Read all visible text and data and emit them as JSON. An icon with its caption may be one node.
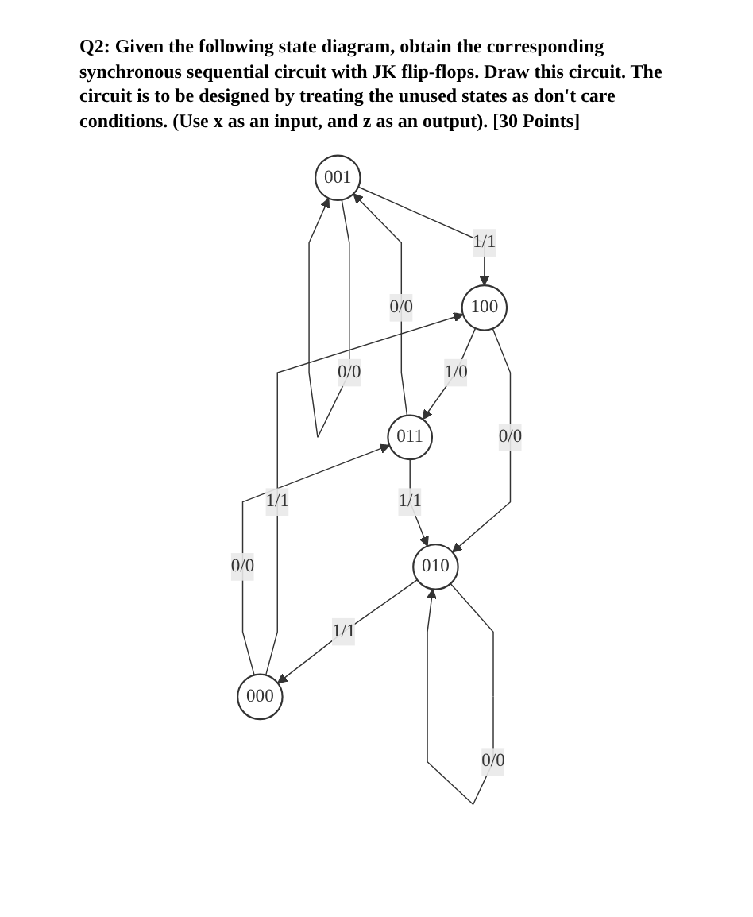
{
  "diagram": {
    "title": "Q2: Given the following state diagram, obtain the corresponding synchronous sequential circuit with JK flip-flops. Draw this circuit. The circuit is to be designed by treating the unused states as don't care conditions. (Use x as an input, and z as an output). [30 Points]",
    "nodes": [
      {
        "text": [
          "001"
        ]
      },
      {
        "text": [
          "100"
        ]
      },
      {
        "text": [
          "011"
        ]
      },
      {
        "text": [
          "010"
        ]
      },
      {
        "text": [
          "000"
        ]
      }
    ],
    "edges": [
      {
        "from": 0,
        "to": 0,
        "arrow": "to",
        "label": "0/0"
      },
      {
        "from": 0,
        "to": 1,
        "arrow": "to",
        "label": "1/1"
      },
      {
        "from": 2,
        "to": 0,
        "arrow": "to",
        "label": "0/0"
      },
      {
        "from": 1,
        "to": 2,
        "arrow": "to",
        "label": "1/0"
      },
      {
        "from": 1,
        "to": 3,
        "arrow": "to",
        "label": "0/0"
      },
      {
        "from": 3,
        "to": 3,
        "arrow": "to",
        "label": "0/0"
      },
      {
        "from": 2,
        "to": 3,
        "arrow": "to",
        "label": "1/1"
      },
      {
        "from": 3,
        "to": 4,
        "arrow": "to",
        "label": "1/1"
      },
      {
        "from": 4,
        "to": 1,
        "arrow": "to",
        "label": "1/1"
      },
      {
        "from": 4,
        "to": 2,
        "arrow": "to",
        "label": "0/0"
      }
    ]
  }
}
